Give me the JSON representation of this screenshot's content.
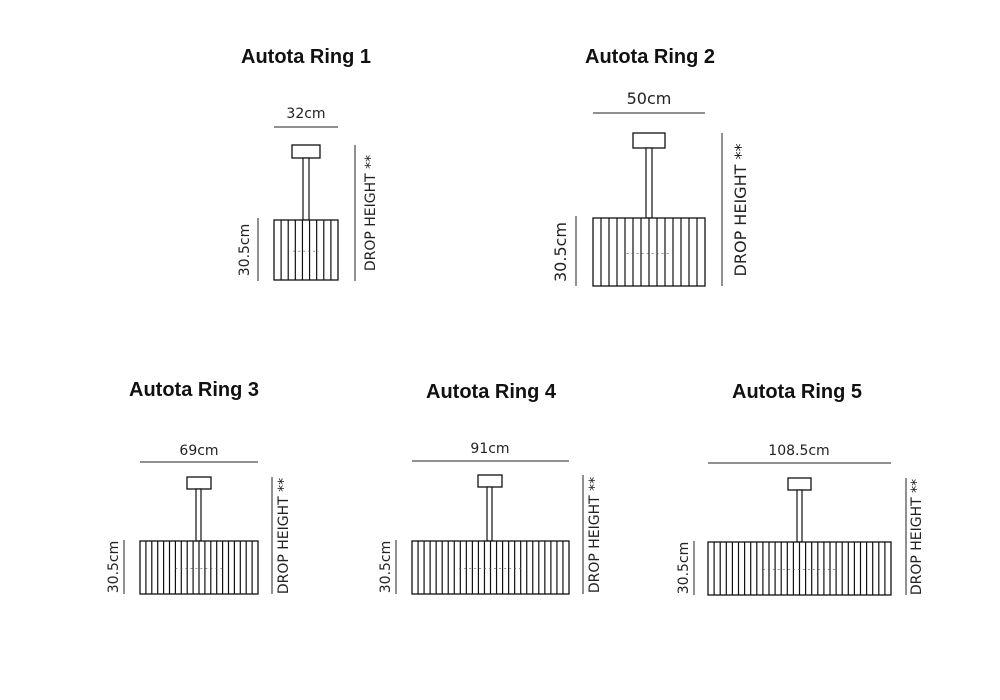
{
  "products": [
    {
      "id": "ring-1",
      "title": "Autota Ring 1",
      "width_label": "32cm",
      "height_label": "30.5cm",
      "drop_label": "DROP HEIGHT **",
      "slat_count": 9
    },
    {
      "id": "ring-2",
      "title": "Autota Ring 2",
      "width_label": "50cm",
      "height_label": "30.5cm",
      "drop_label": "DROP HEIGHT **",
      "slat_count": 14
    },
    {
      "id": "ring-3",
      "title": "Autota Ring 3",
      "width_label": "69cm",
      "height_label": "30.5cm",
      "drop_label": "DROP HEIGHT **",
      "slat_count": 20
    },
    {
      "id": "ring-4",
      "title": "Autota Ring 4",
      "width_label": "91cm",
      "height_label": "30.5cm",
      "drop_label": "DROP HEIGHT **",
      "slat_count": 26
    },
    {
      "id": "ring-5",
      "title": "Autota Ring 5",
      "width_label": "108.5cm",
      "height_label": "30.5cm",
      "drop_label": "DROP HEIGHT **",
      "slat_count": 30
    }
  ]
}
